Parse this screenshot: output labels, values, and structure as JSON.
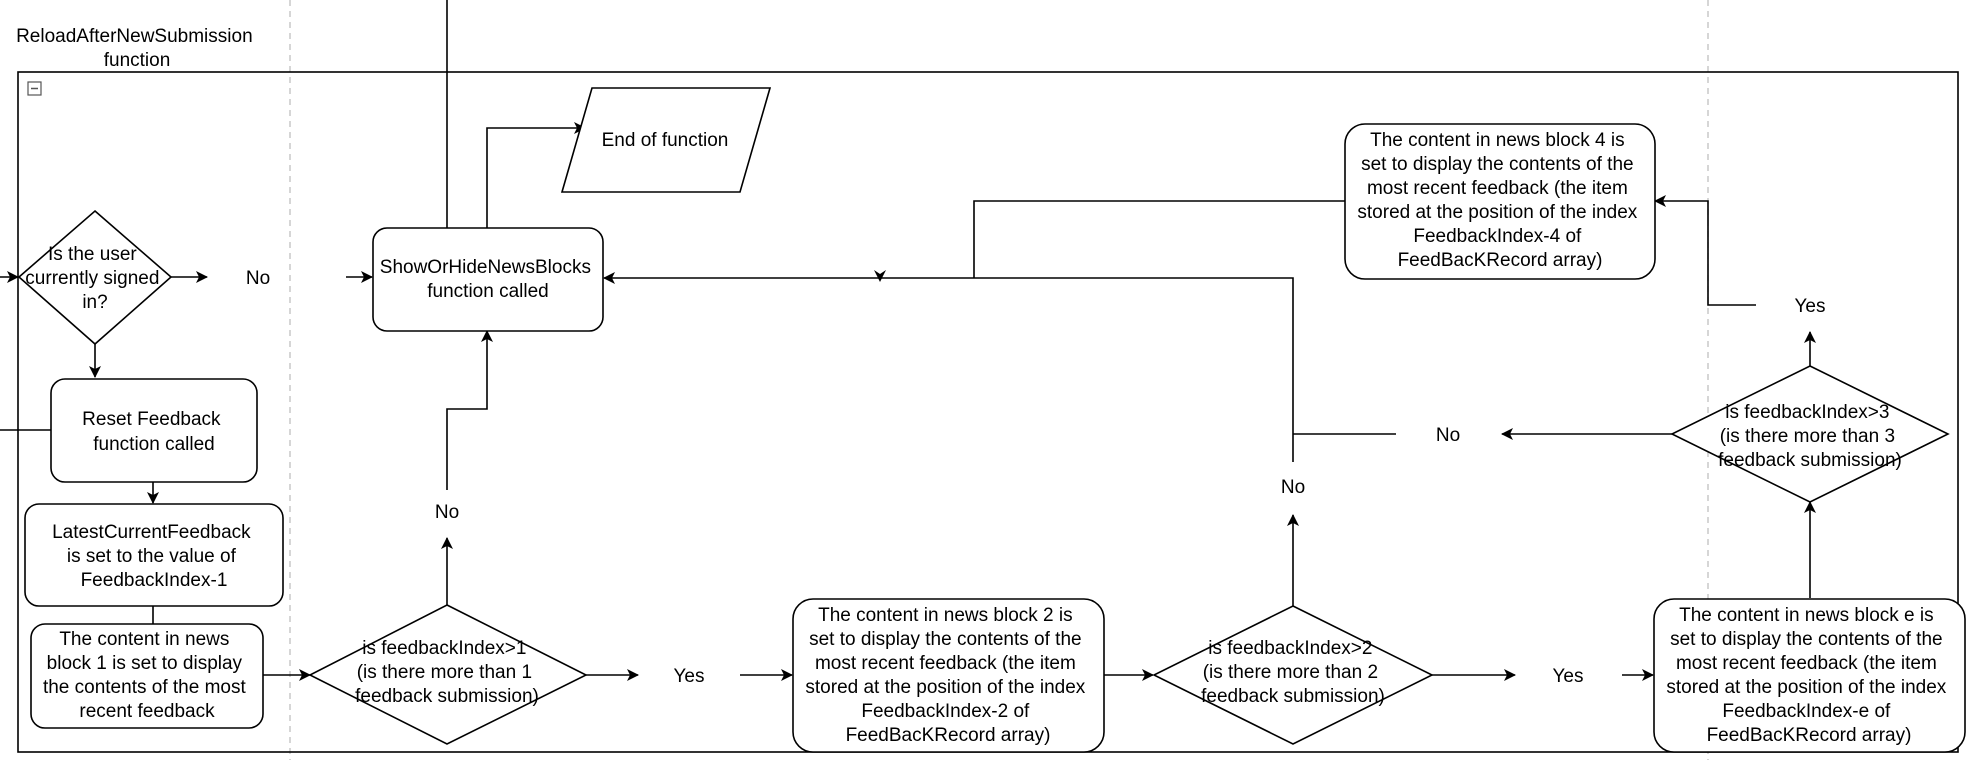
{
  "diagram": {
    "title": [
      "ReloadAfterNewSubmission",
      "function"
    ],
    "collapse_glyph": "minus-box-icon",
    "nodes": {
      "is_signed_in": [
        "Is the user",
        "currently signed",
        "in?"
      ],
      "no_signed_in": "No",
      "show_hide": [
        "ShowOrHideNewsBlocks",
        "function called"
      ],
      "end_function": "End of function",
      "reset_feedback": [
        "Reset Feedback",
        "function called"
      ],
      "latest_current": [
        "LatestCurrentFeedback",
        "is set to the value of",
        "FeedbackIndex-1"
      ],
      "block1": [
        "The content in news",
        "block 1 is set to display",
        "the contents of the most",
        "recent feedback"
      ],
      "decision1": [
        "is feedbackIndex>1",
        "(is there more than 1",
        "feedback submission)"
      ],
      "no_d1": "No",
      "yes_d1": "Yes",
      "block2": [
        "The content in news block 2 is",
        "set to display the contents of the",
        "most recent feedback (the item",
        "stored at the position of the index",
        "FeedbackIndex-2 of",
        "FeedBacKRecord array)"
      ],
      "decision2": [
        "is feedbackIndex>2",
        "(is there more than 2",
        "feedback submission)"
      ],
      "no_d2": "No",
      "yes_d2": "Yes",
      "block_e": [
        "The content in news block e is",
        "set to display the contents of the",
        "most recent feedback (the item",
        "stored at the position of the index",
        "FeedbackIndex-e of",
        "FeedBacKRecord array)"
      ],
      "decision3": [
        "is feedbackIndex>3",
        "(is there more than 3",
        "feedback submission)"
      ],
      "no_d3": "No",
      "yes_d3": "Yes",
      "block4": [
        "The content in news block 4 is",
        "set to display the contents of the",
        "most recent feedback (the item",
        "stored at the position of the index",
        "FeedbackIndex-4 of",
        "FeedBacKRecord array)"
      ]
    }
  }
}
